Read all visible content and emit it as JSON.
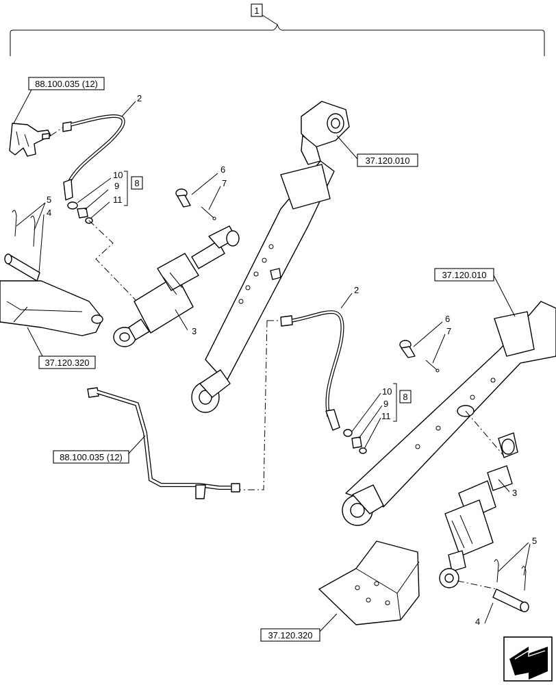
{
  "assembly_callout": "1",
  "kit_callout": "8",
  "part_numbers": {
    "hose": "2",
    "cylinder": "3",
    "pin": "4",
    "clip": "5",
    "pin_small": "6",
    "clip_small": "7",
    "seal_a": "9",
    "seal_b": "10",
    "seal_c": "11"
  },
  "references": {
    "hydraulic_ref": "88.100.035 (12)",
    "top_link_ref": "37.120.010",
    "bracket_ref": "37.120.320"
  },
  "colors": {
    "line": "#000000",
    "background": "#ffffff"
  },
  "icons": [
    "navigation-arrow-icon"
  ]
}
